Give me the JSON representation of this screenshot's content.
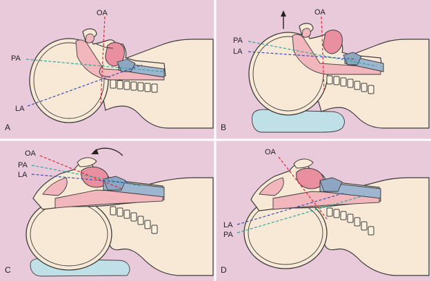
{
  "colors": {
    "background": "#e8cadb",
    "panel": "#ffffff",
    "skin": "#f8e8d6",
    "outline": "#3a3a3a",
    "airway_pink": "#f2b6bd",
    "tongue": "#ea8fa0",
    "bone": "#fbf1de",
    "tube": "#9eb5cf",
    "pillow": "#bfe0e6",
    "oa_line": "#e0283a",
    "pa_line": "#2aa79a",
    "la_line": "#3b4fb5"
  },
  "panels": [
    {
      "id": "A",
      "letter": "A",
      "labels": {
        "oa": "OA",
        "pa": "PA",
        "la": "LA"
      },
      "pillow": false,
      "head_raise_arrow": false,
      "tilt_arrow": false
    },
    {
      "id": "B",
      "letter": "B",
      "labels": {
        "oa": "OA",
        "pa": "PA",
        "la": "LA"
      },
      "pillow": true,
      "head_raise_arrow": true,
      "tilt_arrow": false
    },
    {
      "id": "C",
      "letter": "C",
      "labels": {
        "oa": "OA",
        "pa": "PA",
        "la": "LA"
      },
      "pillow": true,
      "head_raise_arrow": false,
      "tilt_arrow": true
    },
    {
      "id": "D",
      "letter": "D",
      "labels": {
        "oa": "OA",
        "pa": "PA",
        "la": "LA"
      },
      "pillow": false,
      "head_raise_arrow": false,
      "tilt_arrow": false
    }
  ]
}
